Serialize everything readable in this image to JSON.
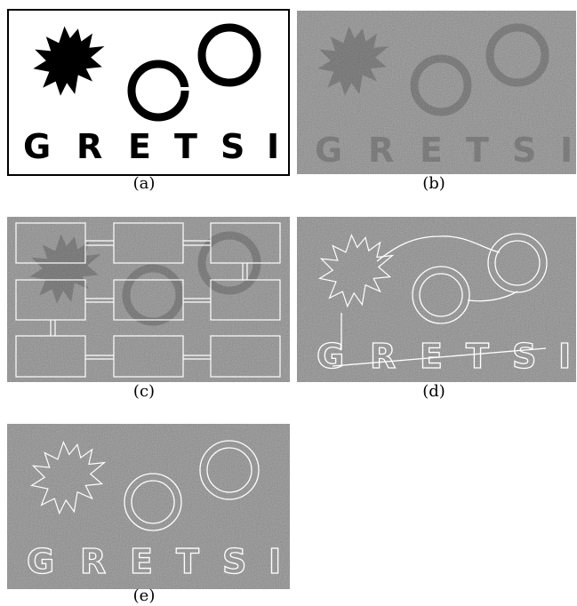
{
  "figure": {
    "captions": {
      "a": "(a)",
      "b": "(b)",
      "c": "(c)",
      "d": "(d)",
      "e": "(e)"
    },
    "logo_letters": [
      "G",
      "R",
      "E",
      "T",
      "S",
      "I"
    ]
  },
  "colors": {
    "noise_gray": "#8a8a8a",
    "contour": "#ffffff",
    "ink": "#000000"
  }
}
